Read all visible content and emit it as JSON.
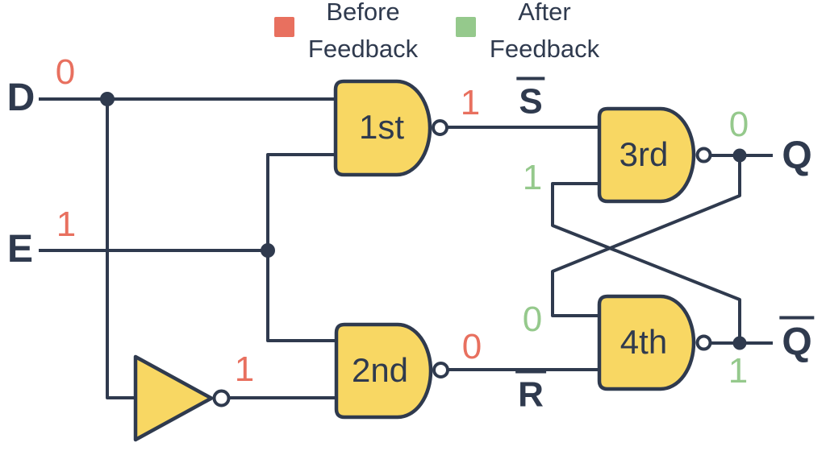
{
  "colors": {
    "wire": "#2F3A4E",
    "gate_fill": "#F8D763",
    "before": "#E8705F",
    "after": "#95C98C",
    "background": "#FFFFFF"
  },
  "legend": {
    "before": {
      "line1": "Before",
      "line2": "Feedback"
    },
    "after": {
      "line1": "After",
      "line2": "Feedback"
    }
  },
  "inputs": {
    "d": {
      "label": "D",
      "value": "0"
    },
    "e": {
      "label": "E",
      "value": "1"
    }
  },
  "gates": {
    "not": {
      "output_value": "1"
    },
    "first": {
      "label": "1st",
      "output_value": "1",
      "output_signal": "S"
    },
    "second": {
      "label": "2nd",
      "output_value": "0",
      "output_signal": "R"
    },
    "third": {
      "label": "3rd",
      "feedback_input_value": "1",
      "output_value": "0",
      "output_label": "Q"
    },
    "fourth": {
      "label": "4th",
      "feedback_input_value": "0",
      "output_value": "1",
      "output_label": "Q"
    }
  }
}
